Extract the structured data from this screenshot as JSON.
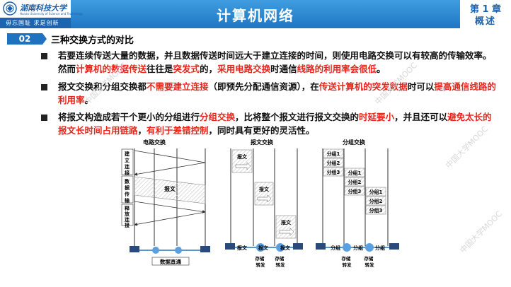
{
  "header": {
    "logo_name": "湖南科技大学",
    "logo_sub": "Hunan University of Science and Technology",
    "logo_motto": "毋忘国耻  求是创新",
    "title": "计算机网络",
    "chapter_num": "第 1 章",
    "chapter_name": "概述"
  },
  "section": {
    "badge": "02",
    "title": "三种交换方式的对比"
  },
  "bullets": [
    {
      "segments": [
        {
          "text": "若要连续传送大量的数据，并且数据传送时间远大于建立连接的时间，则使用电路交换可以有较高的传输效率。然而",
          "red": false
        },
        {
          "text": "计算机的数据传送",
          "red": true
        },
        {
          "text": "往往是",
          "red": false
        },
        {
          "text": "突发式",
          "red": true
        },
        {
          "text": "的，",
          "red": false
        },
        {
          "text": "采用电路交换",
          "red": true
        },
        {
          "text": "时通信",
          "red": false
        },
        {
          "text": "线路的利用率会很低",
          "red": true
        },
        {
          "text": "。",
          "red": false
        }
      ]
    },
    {
      "segments": [
        {
          "text": "报文交换和分组交换都",
          "red": false
        },
        {
          "text": "不需要建立连接",
          "red": true
        },
        {
          "text": "（即预先分配通信资源），在",
          "red": false
        },
        {
          "text": "传送计算机的突发数据",
          "red": true
        },
        {
          "text": "时可以",
          "red": false
        },
        {
          "text": "提高通信线路的利用率",
          "red": true
        },
        {
          "text": "。",
          "red": false
        }
      ]
    },
    {
      "segments": [
        {
          "text": "将报文构造成若干个更小的分组进行",
          "red": false
        },
        {
          "text": "分组交换",
          "red": true
        },
        {
          "text": "，比将整个报文进行报文交换的",
          "red": false
        },
        {
          "text": "时延要小",
          "red": true
        },
        {
          "text": "，并且还可以",
          "red": false
        },
        {
          "text": "避免太长的报文长时间占用链路",
          "red": true
        },
        {
          "text": "，",
          "red": false
        },
        {
          "text": "有利于差错控制",
          "red": true
        },
        {
          "text": "，同时具有更好的灵活性。",
          "red": false
        }
      ]
    }
  ],
  "diagram": {
    "circuit": {
      "title": "电路交换",
      "phases": [
        "建立连接",
        "数据传输",
        "释放连接"
      ],
      "data_label": "报文",
      "bottom_label": "数据直通"
    },
    "message": {
      "title": "报文交换",
      "block_label": "报文",
      "node_labels": [
        "报文",
        "报文",
        "报文"
      ],
      "store_forward": "存储转发"
    },
    "packet": {
      "title": "分组交换",
      "packets": [
        "分组1",
        "分组2",
        "分组3"
      ],
      "node_label": "分组",
      "store_forward": "存储转发"
    }
  },
  "watermark": "中国大学MOOC",
  "colors": {
    "header_blue": "#1f76c4",
    "accent_red": "#e8261c",
    "badge_blue": "#1f72c0"
  }
}
